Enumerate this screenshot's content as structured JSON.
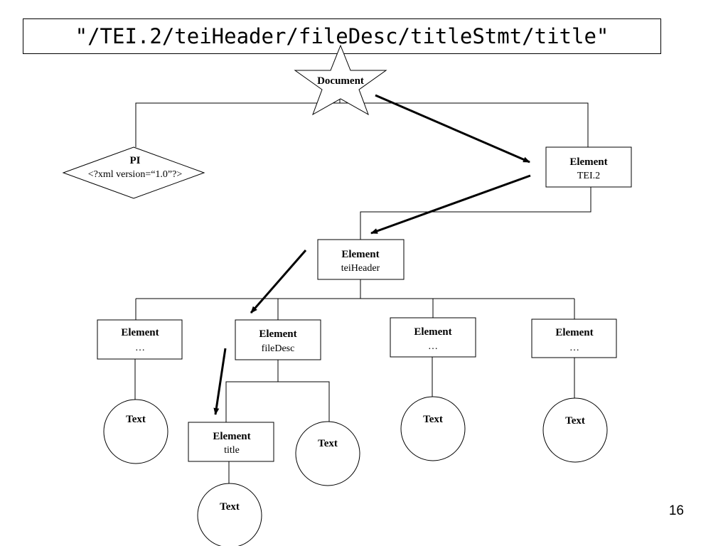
{
  "xpath": "\"/TEI.2/teiHeader/fileDesc/titleStmt/title\"",
  "page_number": "16",
  "nodes": {
    "document": {
      "type": "Document"
    },
    "pi": {
      "type": "PI",
      "value": "<?xml version=“1.0”?>"
    },
    "tei2": {
      "type": "Element",
      "value": "TEI.2"
    },
    "teiheader": {
      "type": "Element",
      "value": "teiHeader"
    },
    "child1": {
      "type": "Element",
      "value": "…"
    },
    "filedesc": {
      "type": "Element",
      "value": "fileDesc"
    },
    "child3": {
      "type": "Element",
      "value": "…"
    },
    "child4": {
      "type": "Element",
      "value": "…"
    },
    "title": {
      "type": "Element",
      "value": "title"
    },
    "text1": {
      "type": "Text"
    },
    "text_filedesc": {
      "type": "Text"
    },
    "text3": {
      "type": "Text"
    },
    "text4": {
      "type": "Text"
    },
    "text_title": {
      "type": "Text"
    }
  }
}
